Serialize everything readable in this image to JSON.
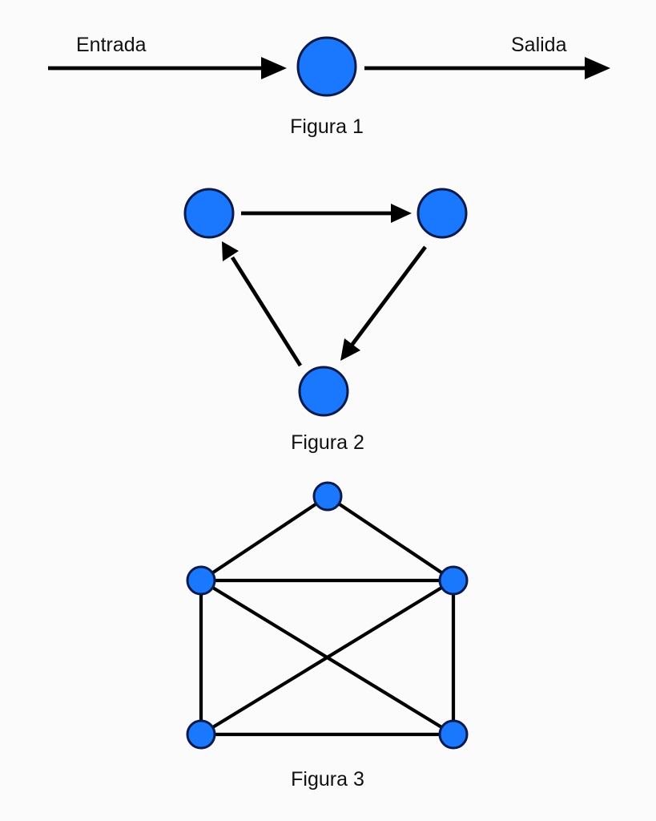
{
  "colors": {
    "node_fill": "#1a78ff",
    "node_stroke": "#0a1a4a",
    "line": "#000000",
    "background": "#fbfbfb"
  },
  "figure1": {
    "input_label": "Entrada",
    "output_label": "Salida",
    "caption": "Figura 1"
  },
  "figure2": {
    "caption": "Figura 2"
  },
  "figure3": {
    "caption": "Figura 3"
  }
}
